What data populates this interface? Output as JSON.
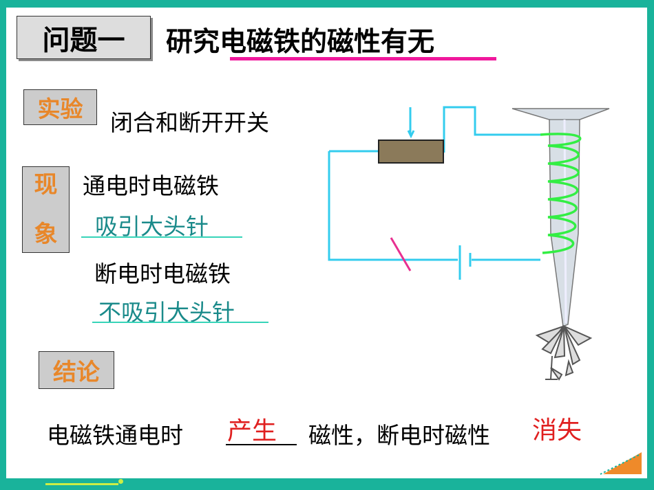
{
  "title": {
    "box_label": "问题一",
    "text": "研究电磁铁的磁性有无"
  },
  "experiment": {
    "label": "实验",
    "text": "闭合和断开开关"
  },
  "phenomenon": {
    "label_chars": [
      "现",
      "象"
    ],
    "on_text": "通电时电磁铁",
    "on_answer": "吸引大头针",
    "off_text": "断电时电磁铁",
    "off_answer": "不吸引大头针"
  },
  "conclusion": {
    "label": "结论",
    "part1": "电磁铁通电时",
    "answer1": "产生",
    "part2": "磁性，断电时磁性",
    "answer2": "消失"
  },
  "colors": {
    "background": "#19b39b",
    "title_underline": "#f0189c",
    "label_text": "#e8872a",
    "answer_text": "#1a8a8a",
    "fill_in_red": "#e02020",
    "wire": "#33ccee",
    "coil": "#33ee44"
  }
}
